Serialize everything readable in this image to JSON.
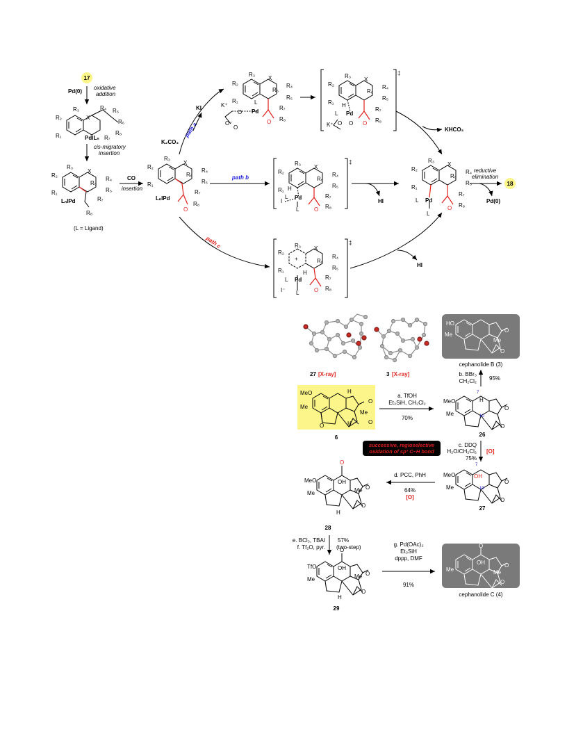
{
  "mechanism": {
    "compound_17": "17",
    "pd0_label": "Pd(0)",
    "oxidative_addition": [
      "oxidative",
      "addition"
    ],
    "cis_migratory": [
      "cis-migratory",
      "insertion"
    ],
    "ligand_note": "(L = Ligand)",
    "co_label": "CO",
    "insertion_label": "insertion",
    "k2co3": "K₂CO₃",
    "ki": "KI",
    "path_a": "path a",
    "path_b": "path b",
    "path_c": "path c",
    "khco3": "KHCO₃",
    "hi_1": "HI",
    "hi_2": "HI",
    "reductive_elimination": [
      "reductive",
      "elimination"
    ],
    "compound_18": "18",
    "pd0_product": "Pd(0)",
    "ts_mark": "‡",
    "atoms": {
      "R1": "R₁",
      "R2": "R₂",
      "R3": "R₃",
      "R4": "R₄",
      "R5": "R₅",
      "R6": "R₆",
      "R7": "R₇",
      "R8": "R₈",
      "X": "X",
      "L": "L",
      "LnPd": "LₙPd",
      "LnPdI": "PdILₙ",
      "LnIPd": "LₙIPd",
      "Pd": "Pd",
      "H": "H",
      "I": "I",
      "Iminus": "I⁻",
      "Kplus": "K⁺",
      "O": "O",
      "Ominus": "O⁻"
    }
  },
  "synthesis": {
    "xray_27": [
      "27",
      "[X-ray]"
    ],
    "xray_3": [
      "3",
      "[X-ray]"
    ],
    "cephanolide_b": "cephanolide B (3)",
    "cephanolide_c": "cephanolide C (4)",
    "compounds": {
      "c6": "6",
      "c26": "26",
      "c27": "27",
      "c28": "28",
      "c29": "29"
    },
    "step_a": [
      "a. TfOH",
      "Et₃SiH, CH₂Cl₂",
      "70%"
    ],
    "step_b": [
      "b. BBr₃",
      "CH₂Cl₂",
      "95%"
    ],
    "step_c": [
      "c. DDQ",
      "H₂O/CH₂Cl₂",
      "75%",
      "[O]"
    ],
    "step_d": [
      "d. PCC, PhH",
      "64%",
      "[O]"
    ],
    "step_ef": [
      "e. BCl₃, TBAI",
      "f. Tf₂O, pyr.",
      "57%",
      "(two-step)"
    ],
    "step_g": [
      "g. Pd(OAc)₂",
      "Et₃SiH",
      "dppp, DMF",
      "91%"
    ],
    "banner": [
      "successive, regioselective",
      "oxidation of sp³ C–H bond"
    ],
    "labels": {
      "HO": "HO",
      "MeO": "MeO",
      "Me": "Me",
      "TfO": "TfO",
      "OH": "OH",
      "H": "H",
      "O": "O",
      "n7": "7",
      "n10": "10"
    }
  },
  "colors": {
    "accent_red": "#e0201b",
    "path_blue": "#1a1adb",
    "highlight_yellow": "#fbf58a",
    "box_gray": "#7a7a7a"
  }
}
